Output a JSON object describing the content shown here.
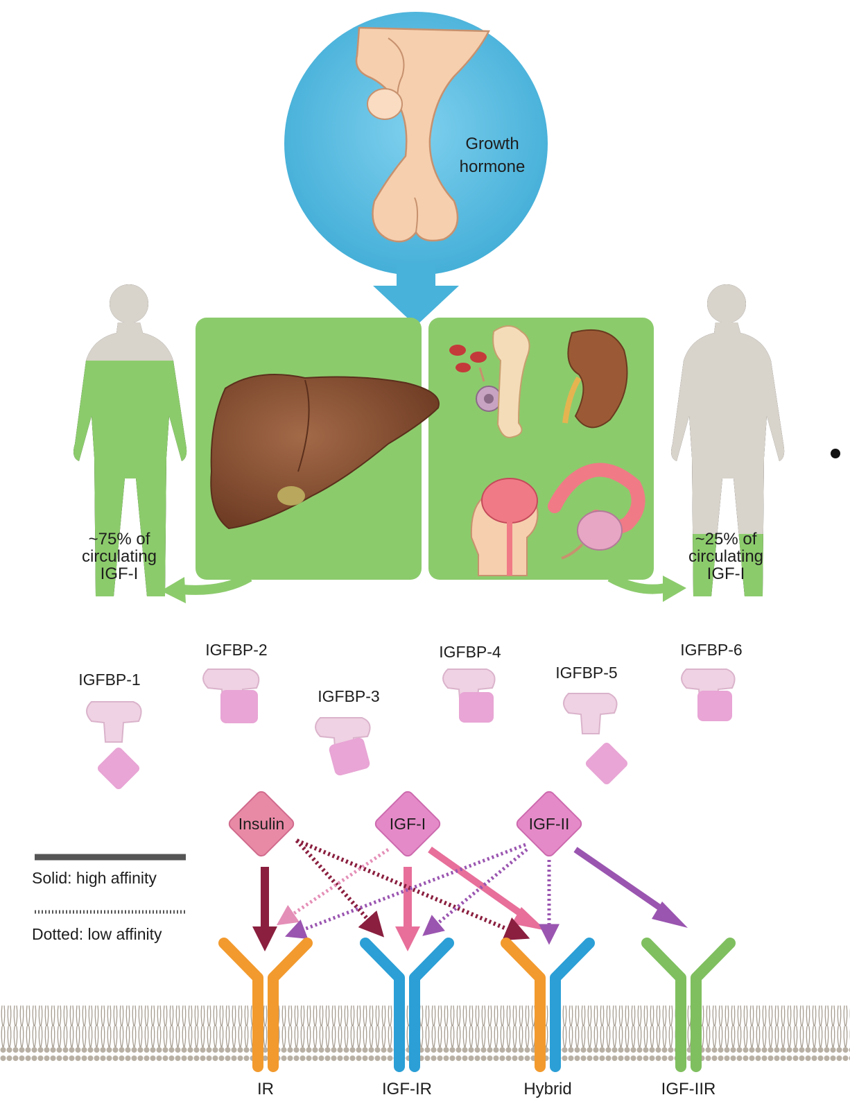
{
  "hormone": {
    "label_line1": "Growth",
    "label_line2": "hormone"
  },
  "left_figure": {
    "line1": "~75% of",
    "line2": "circulating",
    "line3": "IGF-I"
  },
  "right_figure": {
    "line1": "~25% of",
    "line2": "circulating",
    "line3": "IGF-I"
  },
  "binding_proteins": [
    "IGFBP-1",
    "IGFBP-2",
    "IGFBP-3",
    "IGFBP-4",
    "IGFBP-5",
    "IGFBP-6"
  ],
  "ligands": [
    "Insulin",
    "IGF-I",
    "IGF-II"
  ],
  "receptors": [
    "IR",
    "IGF-IR",
    "Hybrid",
    "IGF-IIR"
  ],
  "legend": {
    "solid": "Solid: high affinity",
    "dotted": "Dotted: low affinity"
  },
  "colors": {
    "hormone_circle": "#5bbde0",
    "tissue_panel": "#8ccb6c",
    "liver": "#8b5236",
    "ligand": "#e07fb8",
    "ir": "#f29a2e",
    "igf_ir": "#2b9fd6",
    "igf_iir": "#7fbf5f",
    "insulin_arrow": "#8a1f3f",
    "igf1_arrow": "#e76f9a",
    "igf2_arrow": "#9a55b0"
  }
}
